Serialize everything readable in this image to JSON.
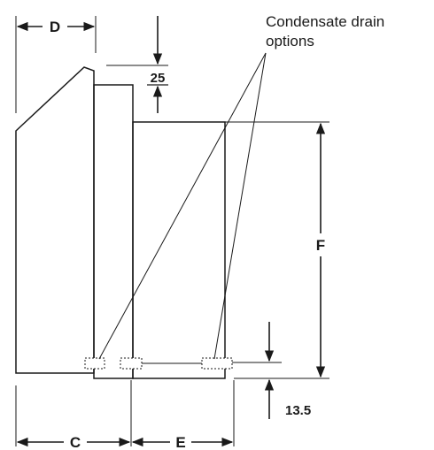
{
  "diagram": {
    "callout_line1": "Condensate drain",
    "callout_line2": "options",
    "dimensions": {
      "d": "D",
      "top_gap": "25",
      "f": "F",
      "bottom_gap": "13.5",
      "c": "C",
      "e": "E"
    }
  }
}
